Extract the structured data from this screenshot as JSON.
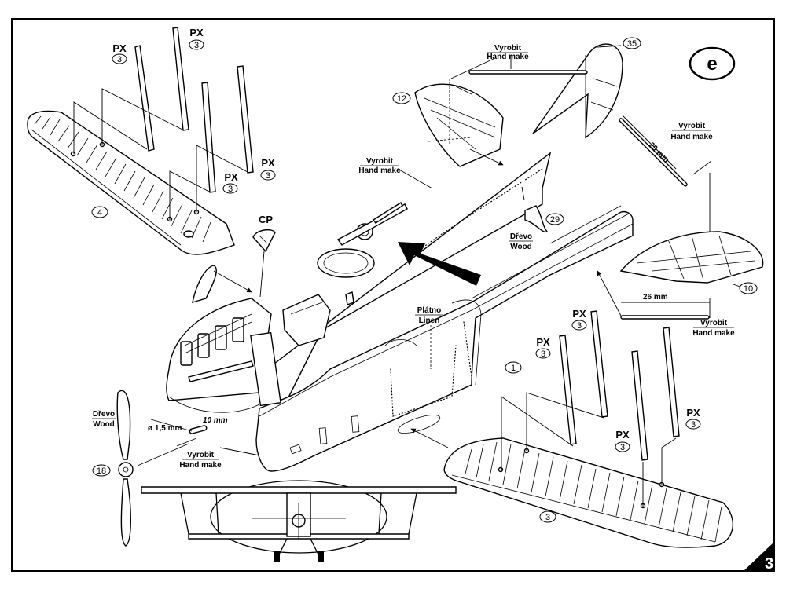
{
  "sheet": {
    "step_letter": "e",
    "page_number": "3"
  },
  "labels": {
    "px": "PX",
    "px_qty": "3",
    "cp": "CP",
    "vyrobit": "Vyrobit",
    "hand_make": "Hand make",
    "drevo": "Dřevo",
    "wood": "Wood",
    "platno": "Plátno",
    "linen": "Linen"
  },
  "part_numbers": {
    "upper_wing": "4",
    "lower_wing": "3",
    "fuselage": "1",
    "fin": "35",
    "tailplane_left": "12",
    "tailplane_right": "10",
    "tail_skid": "29",
    "propeller": "18"
  },
  "dimensions": {
    "fin_strut": "29 mm",
    "tail_strut": "26 mm",
    "exhaust_length": "10 mm",
    "exhaust_diameter": "ø 1,5 mm"
  }
}
